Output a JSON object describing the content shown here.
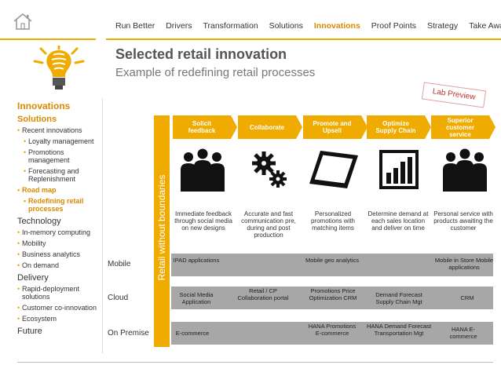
{
  "nav": {
    "items": [
      "Run Better",
      "Drivers",
      "Transformation",
      "Solutions",
      "Innovations",
      "Proof Points",
      "Strategy",
      "Take Away"
    ],
    "active": "Innovations"
  },
  "header": {
    "title": "Selected retail innovation",
    "subtitle": "Example of redefining retail processes"
  },
  "stamp": "Lab Preview",
  "sidebar": {
    "heading": "Innovations",
    "solutions_label": "Solutions",
    "solutions": [
      "Recent innovations",
      "Loyalty management",
      "Promotions management",
      "Forecasting and Replenishment",
      "Road map",
      "Redefining retail processes"
    ],
    "technology_label": "Technology",
    "technology": [
      "In-memory computing",
      "Mobility",
      "Business analytics",
      "On demand"
    ],
    "delivery_label": "Delivery",
    "delivery": [
      "Rapid-deployment solutions",
      "Customer co-innovation",
      "Ecosystem"
    ],
    "future_label": "Future"
  },
  "band": "Retail without boundaries",
  "columns": [
    {
      "header": "Solicit feedback",
      "icon": "people-icon",
      "desc": "Immediate feedback through social media on new designs"
    },
    {
      "header": "Collaborate",
      "icon": "gears-icon",
      "desc": "Accurate and fast communication pre, during and post production"
    },
    {
      "header": "Promote and Upsell",
      "icon": "tablet-icon",
      "desc": "Personalized promotions with matching items"
    },
    {
      "header": "Optimize Supply Chain",
      "icon": "bar-chart-icon",
      "desc": "Determine demand at each sales location and deliver on time"
    },
    {
      "header": "Superior customer service",
      "icon": "people-icon",
      "desc": "Personal service with products awaiting the customer"
    }
  ],
  "rows": [
    {
      "label": "Mobile",
      "cells": [
        "IPAD applications",
        "",
        "Mobile geo analytics",
        "",
        "Mobile in Store Mobile applications"
      ]
    },
    {
      "label": "Cloud",
      "cells": [
        "Social Media Application",
        "Retail / CP Collaboration portal",
        "Promotions Price Optimization CRM",
        "Demand Forecast Supply Chain Mgt",
        "CRM"
      ]
    },
    {
      "label": "On Premise",
      "cells": [
        "E-commerce",
        "",
        "HANA Promotions E-commerce",
        "HANA Demand Forecast Transportation Mgt",
        "HANA E-commerce"
      ]
    }
  ],
  "colors": {
    "accent": "#f0ab00",
    "row_grey": "#a7a7a7",
    "active_text": "#d98a00"
  }
}
